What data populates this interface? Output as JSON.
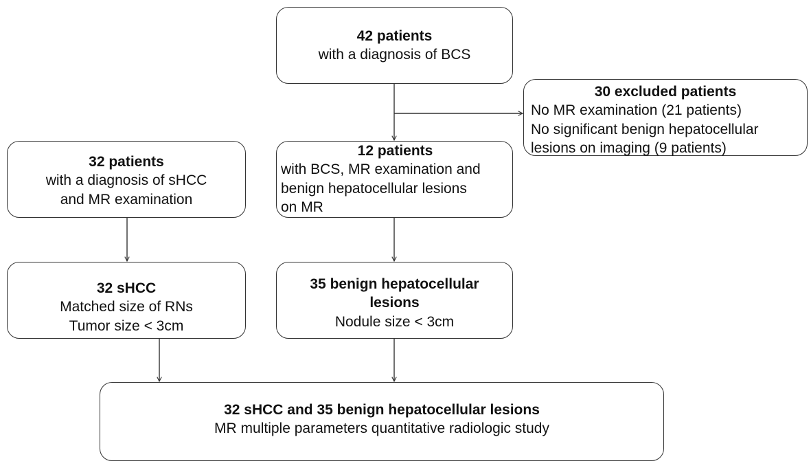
{
  "boxes": {
    "bcs": {
      "title": "42 patients",
      "lines": [
        "with a diagnosis of BCS"
      ]
    },
    "excluded": {
      "title": "30 excluded patients",
      "lines": [
        "No MR examination (21 patients)",
        "No significant benign hepatocellular",
        "lesions on imaging (9 patients)"
      ]
    },
    "shcc_patients": {
      "title": "32 patients",
      "lines": [
        "with a diagnosis of sHCC",
        "and MR examination"
      ]
    },
    "bcs_mr": {
      "title": "12 patients",
      "lines": [
        "with BCS, MR examination and",
        "benign hepatocellular lesions",
        "on MR"
      ]
    },
    "shcc_32": {
      "title": "32 sHCC",
      "lines": [
        "Matched size of RNs",
        "Tumor size < 3cm"
      ]
    },
    "benign_35": {
      "title": "35 benign hepatocellular lesions",
      "lines": [
        "Nodule size < 3cm"
      ]
    },
    "final": {
      "title": "32 sHCC and 35 benign hepatocellular lesions",
      "lines": [
        "MR multiple parameters quantitative radiologic study"
      ]
    }
  },
  "colors": {
    "border": "#333333",
    "arrow": "#333333",
    "text": "#111111"
  }
}
